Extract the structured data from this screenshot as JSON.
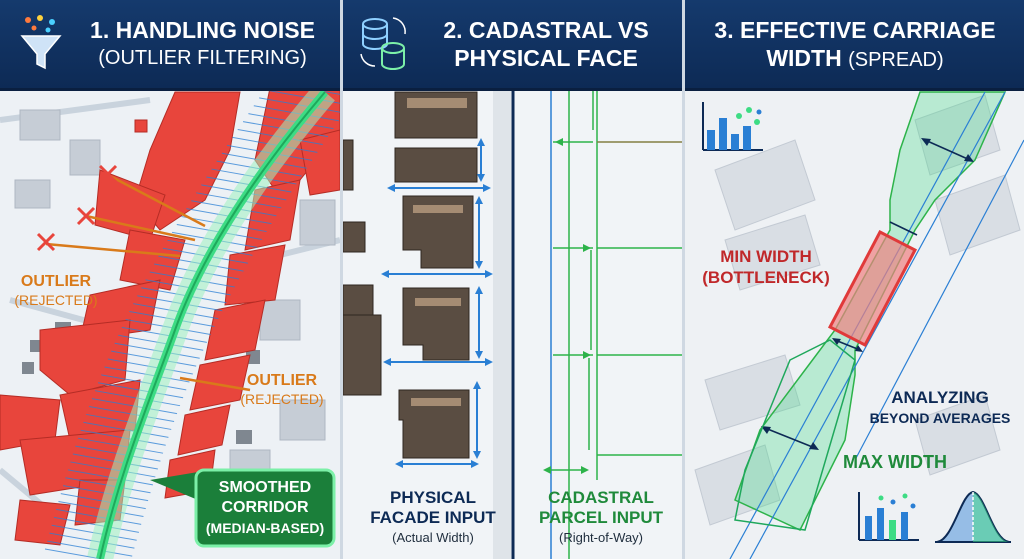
{
  "panels": [
    {
      "title": "1. HANDLING NOISE",
      "subtitle": "(OUTLIER FILTERING)",
      "outlier_label_1": "OUTLIER",
      "outlier_sub_1": "(REJECTED)",
      "outlier_label_2": "OUTLIER",
      "outlier_sub_2": "(REJECTED)",
      "corridor_line_1": "SMOOTHED",
      "corridor_line_2": "CORRIDOR",
      "corridor_line_3": "(MEDIAN-BASED)"
    },
    {
      "title_line_1": "2. CADASTRAL VS",
      "title_line_2": "PHYSICAL FACE",
      "physical_line_1": "PHYSICAL",
      "physical_line_2": "FACADE INPUT",
      "physical_sub": "(Actual Width)",
      "cadastral_line_1": "CADASTRAL",
      "cadastral_line_2": "PARCEL INPUT",
      "cadastral_sub": "(Right-of-Way)"
    },
    {
      "title_line_1": "3.  EFFECTIVE CARRIAGE",
      "title_line_2": "WIDTH",
      "title_line_2_sub": "(SPREAD)",
      "min_line_1": "MIN WIDTH",
      "min_line_2": "(BOTTLENECK)",
      "analyzing_line_1": "ANALYZING",
      "analyzing_line_2": "BEYOND AVERAGES",
      "max_label": "MAX WIDTH"
    }
  ],
  "colors": {
    "header": "#0d2a55",
    "building_red": "#e8453c",
    "corridor_green": "#3ddc84",
    "outlier_orange": "#d97a1a",
    "measure_blue": "#2a7fd4",
    "cadastral_green": "#2db34a",
    "bottleneck_red": "#e03a3a"
  },
  "icons": [
    "filter-funnel-icon",
    "database-sync-icon",
    "bar-chart-icon",
    "distribution-curve-icon"
  ]
}
